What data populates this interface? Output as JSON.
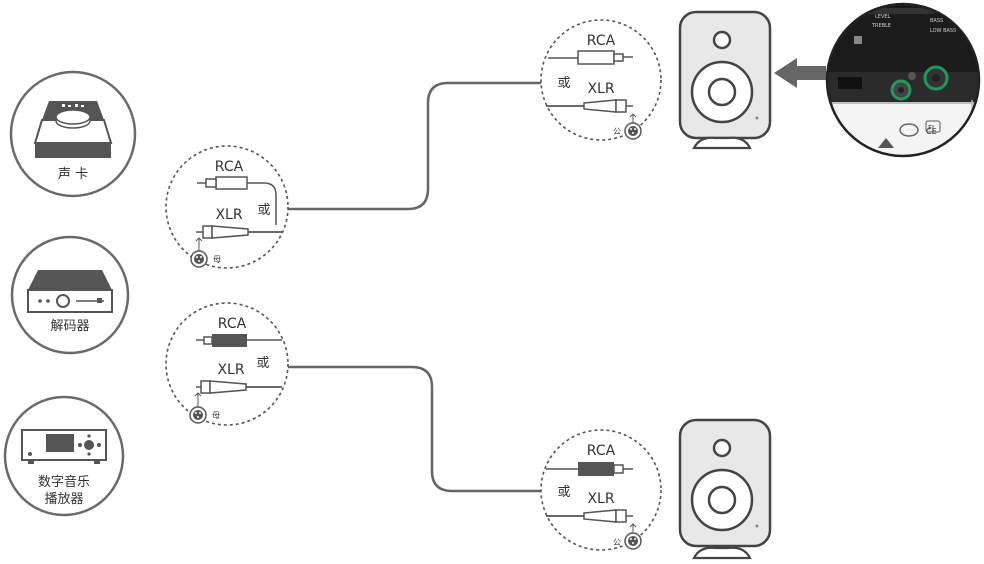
{
  "sources": {
    "sound_card": "声 卡",
    "dac": "解码器",
    "player_line1": "数字音乐",
    "player_line2": "播放器"
  },
  "connectors": {
    "rca": "RCA",
    "xlr": "XLR",
    "or": "或",
    "female": "母",
    "male": "公"
  },
  "panel": {
    "marks": [
      "LEVEL",
      "TREBLE",
      "BASS",
      "LOW BASS",
      "CE",
      "FI"
    ]
  },
  "colors": {
    "accent_green": "#1e9a5c",
    "cable": "#666666",
    "speaker_body": "#e8e8e8",
    "panel_dark": "#1b1b1b"
  }
}
